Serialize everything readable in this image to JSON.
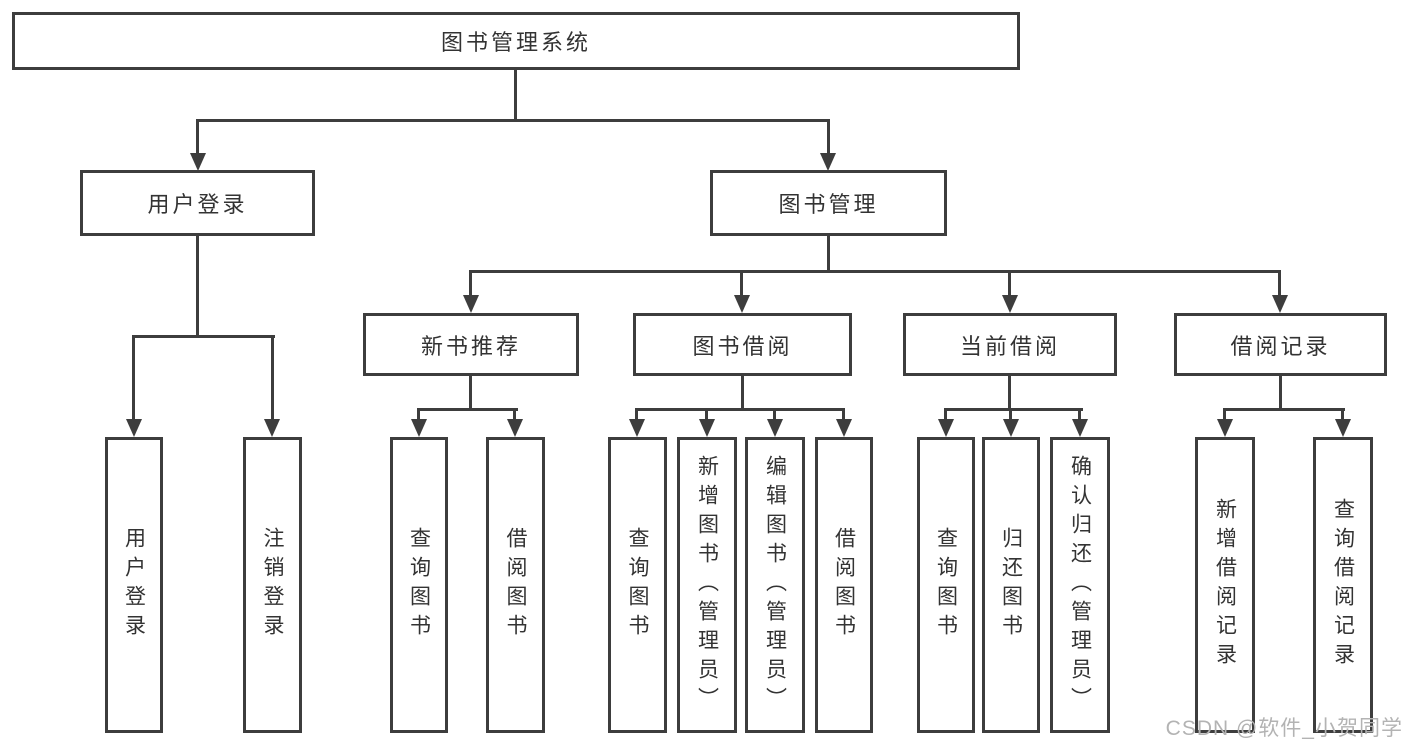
{
  "diagram_type": "hierarchy-tree",
  "tree": {
    "root": "图书管理系统",
    "branches": [
      {
        "label": "用户登录",
        "children": [
          {
            "label": "用户登录"
          },
          {
            "label": "注销登录"
          }
        ]
      },
      {
        "label": "图书管理",
        "children": [
          {
            "label": "新书推荐",
            "children": [
              {
                "label": "查询图书"
              },
              {
                "label": "借阅图书"
              }
            ]
          },
          {
            "label": "图书借阅",
            "children": [
              {
                "label": "查询图书"
              },
              {
                "label": "新增图书（管理员）"
              },
              {
                "label": "编辑图书（管理员）"
              },
              {
                "label": "借阅图书"
              }
            ]
          },
          {
            "label": "当前借阅",
            "children": [
              {
                "label": "查询图书"
              },
              {
                "label": "归还图书"
              },
              {
                "label": "确认归还（管理员）"
              }
            ]
          },
          {
            "label": "借阅记录",
            "children": [
              {
                "label": "新增借阅记录"
              },
              {
                "label": "查询借阅记录"
              }
            ]
          }
        ]
      }
    ]
  },
  "watermark": "CSDN @软件_小贺同学",
  "colors": {
    "line": "#3d3d3d",
    "text": "#333333",
    "background": "#ffffff",
    "watermark": "#b3b3b3"
  }
}
